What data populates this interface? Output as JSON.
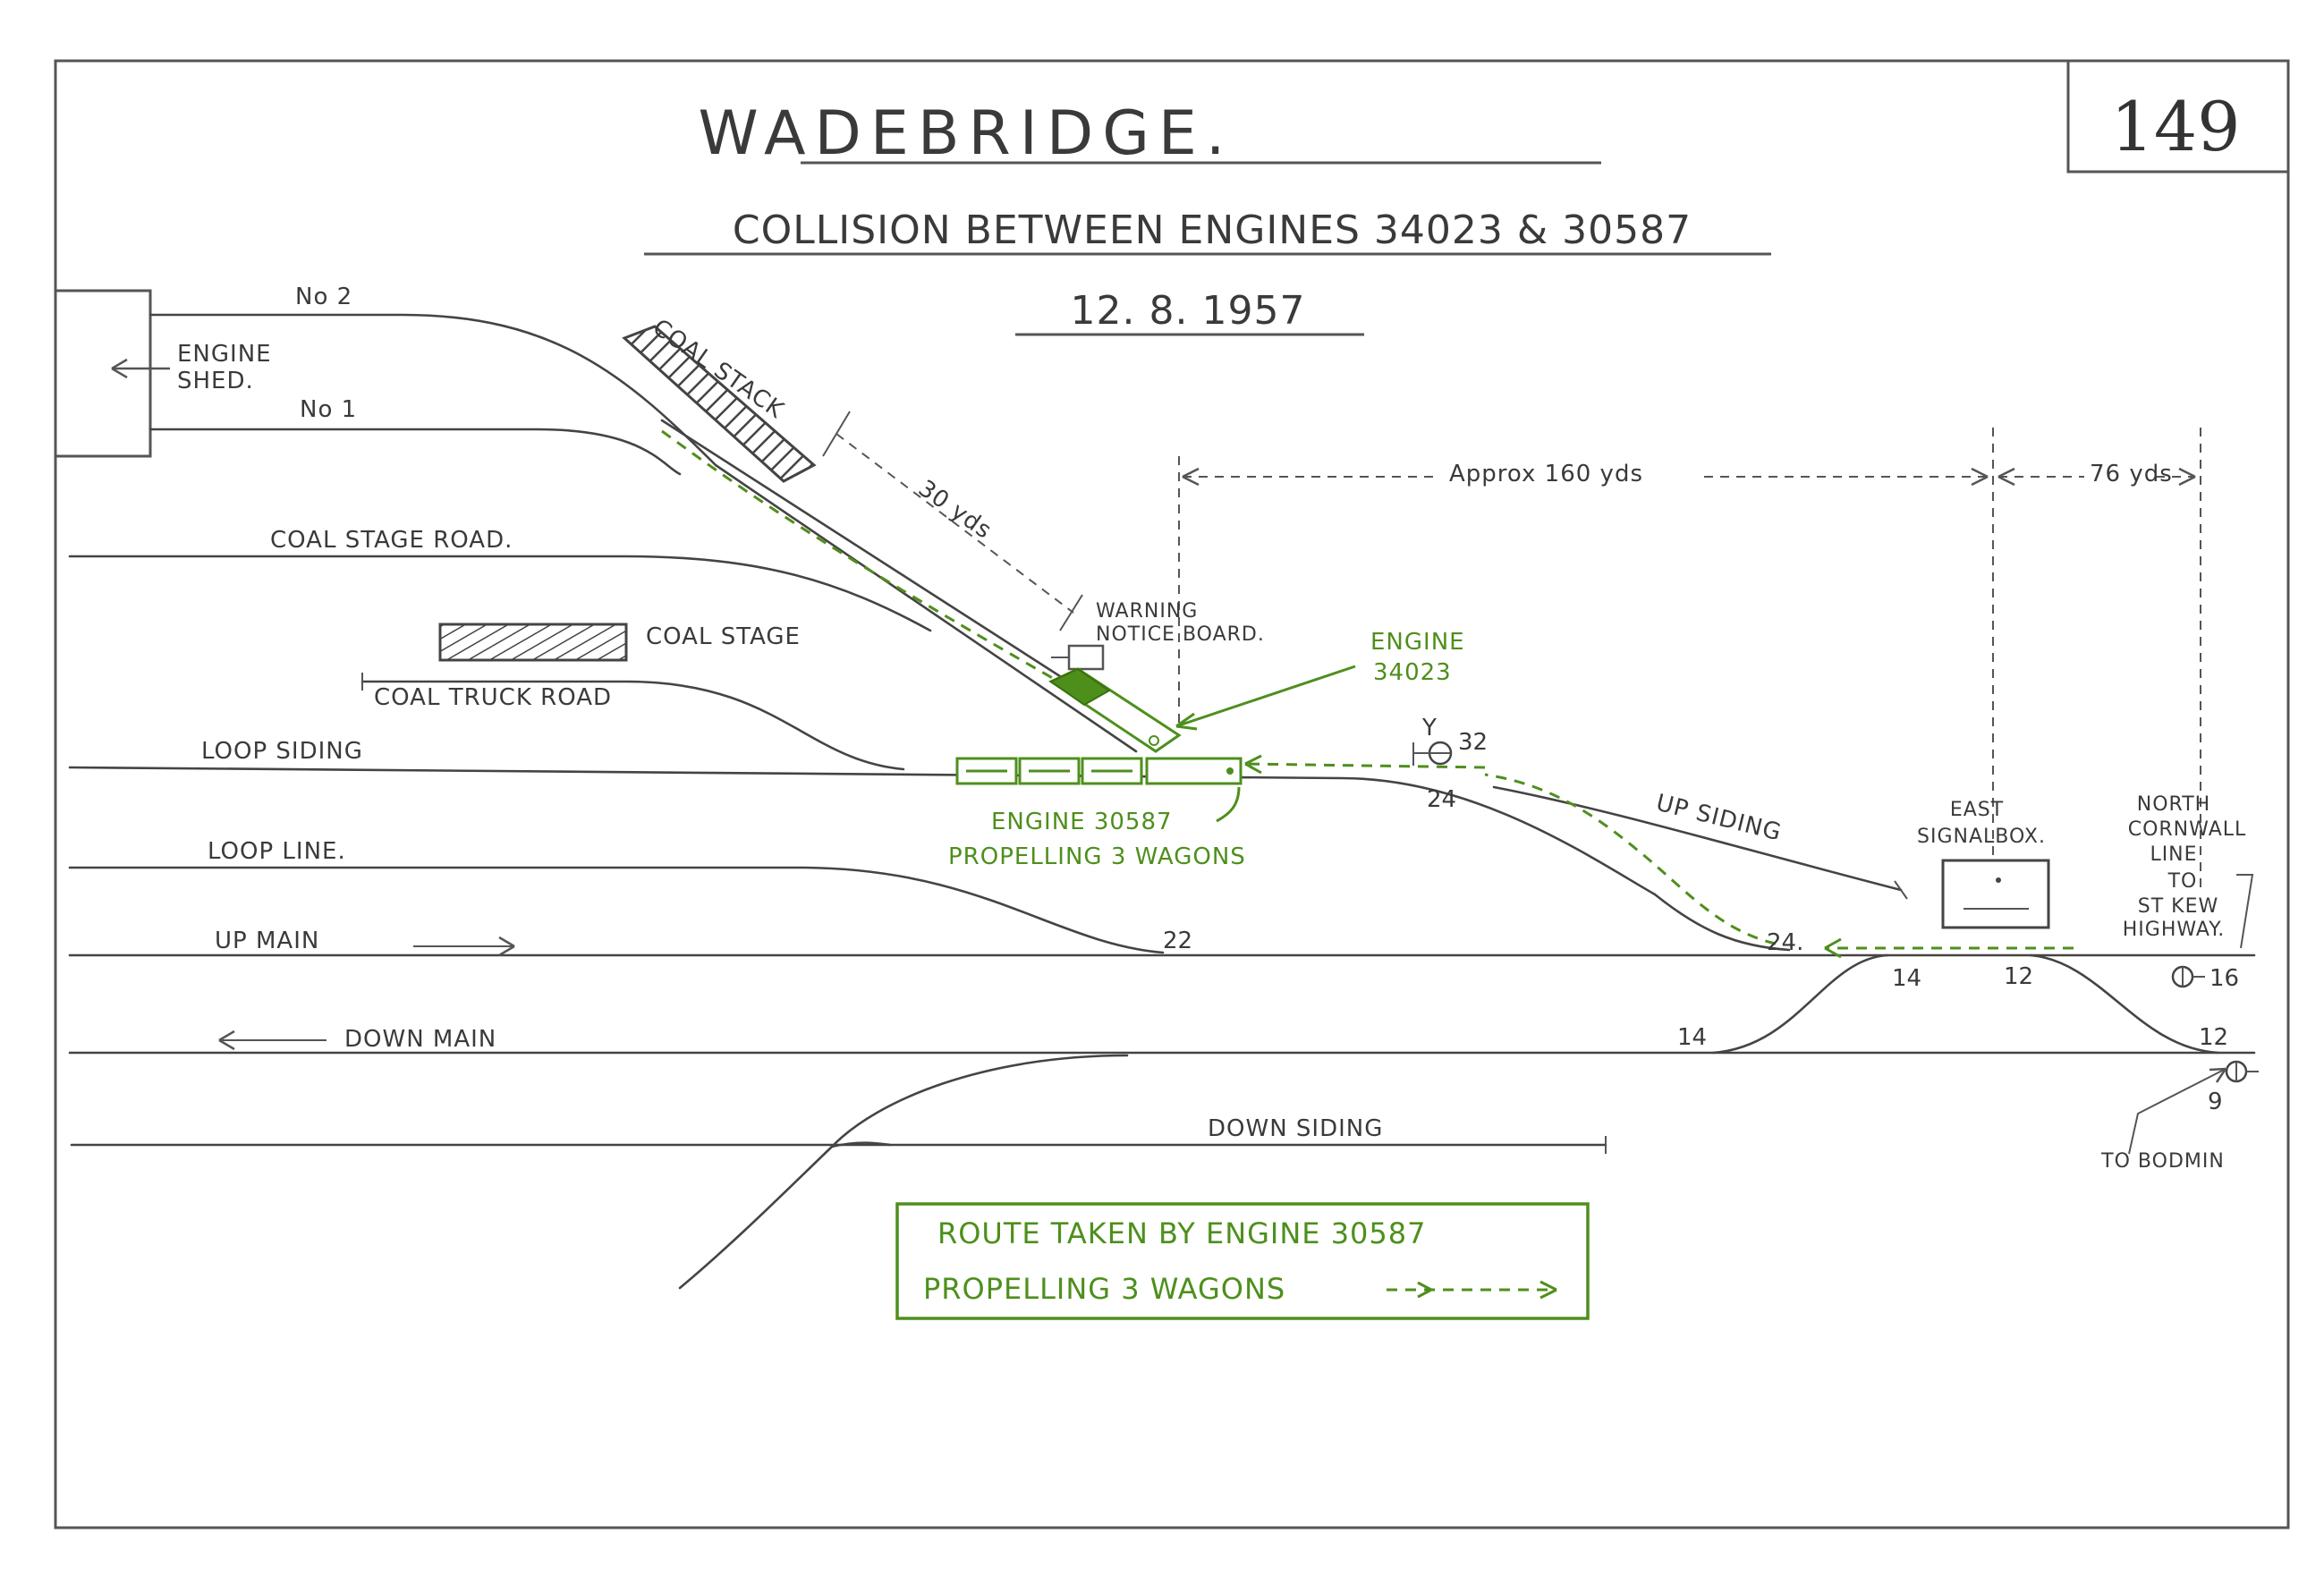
{
  "plate_number": "149",
  "title": "WADEBRIDGE.",
  "subtitle": "COLLISION BETWEEN ENGINES 34023 & 30587",
  "date": "12. 8. 1957",
  "labels": {
    "engine_shed": [
      "ENGINE",
      "SHED."
    ],
    "no2": "No 2",
    "no1": "No 1",
    "coal_stack": "COAL STACK",
    "coal_stage_road": "COAL STAGE ROAD.",
    "coal_stage": "COAL STAGE",
    "coal_truck_road": "COAL TRUCK ROAD",
    "loop_siding": "LOOP SIDING",
    "loop_line": "LOOP LINE.",
    "up_main": "UP MAIN",
    "down_main": "DOWN MAIN",
    "down_siding": "DOWN SIDING",
    "up_siding": "UP SIDING",
    "warning_board": [
      "WARNING",
      "NOTICE BOARD."
    ],
    "east_signalbox": [
      "EAST",
      "SIGNALBOX."
    ],
    "north_cornwall": [
      "NORTH",
      "CORNWALL",
      "LINE",
      "TO",
      "ST KEW",
      "HIGHWAY."
    ],
    "to_bodmin": "TO BODMIN"
  },
  "distances": {
    "d30": "30 yds",
    "d160": "Approx 160 yds",
    "d76": "76 yds"
  },
  "engines": {
    "e34023": [
      "ENGINE",
      "34023"
    ],
    "e30587": "ENGINE 30587",
    "propelling": "PROPELLING 3 WAGONS"
  },
  "numbers": {
    "n32": "32",
    "y": "Y",
    "n24a": "24",
    "n22": "22",
    "n24b": "24.",
    "n14a": "14",
    "n12a": "12",
    "n16": "16",
    "n14b": "14",
    "n12b": "12",
    "n9": "9"
  },
  "legend": {
    "line1": "ROUTE TAKEN BY ENGINE 30587",
    "line2": "PROPELLING 3 WAGONS"
  },
  "colors": {
    "route": "#4e8f1c",
    "ink": "#3a3a3a"
  }
}
